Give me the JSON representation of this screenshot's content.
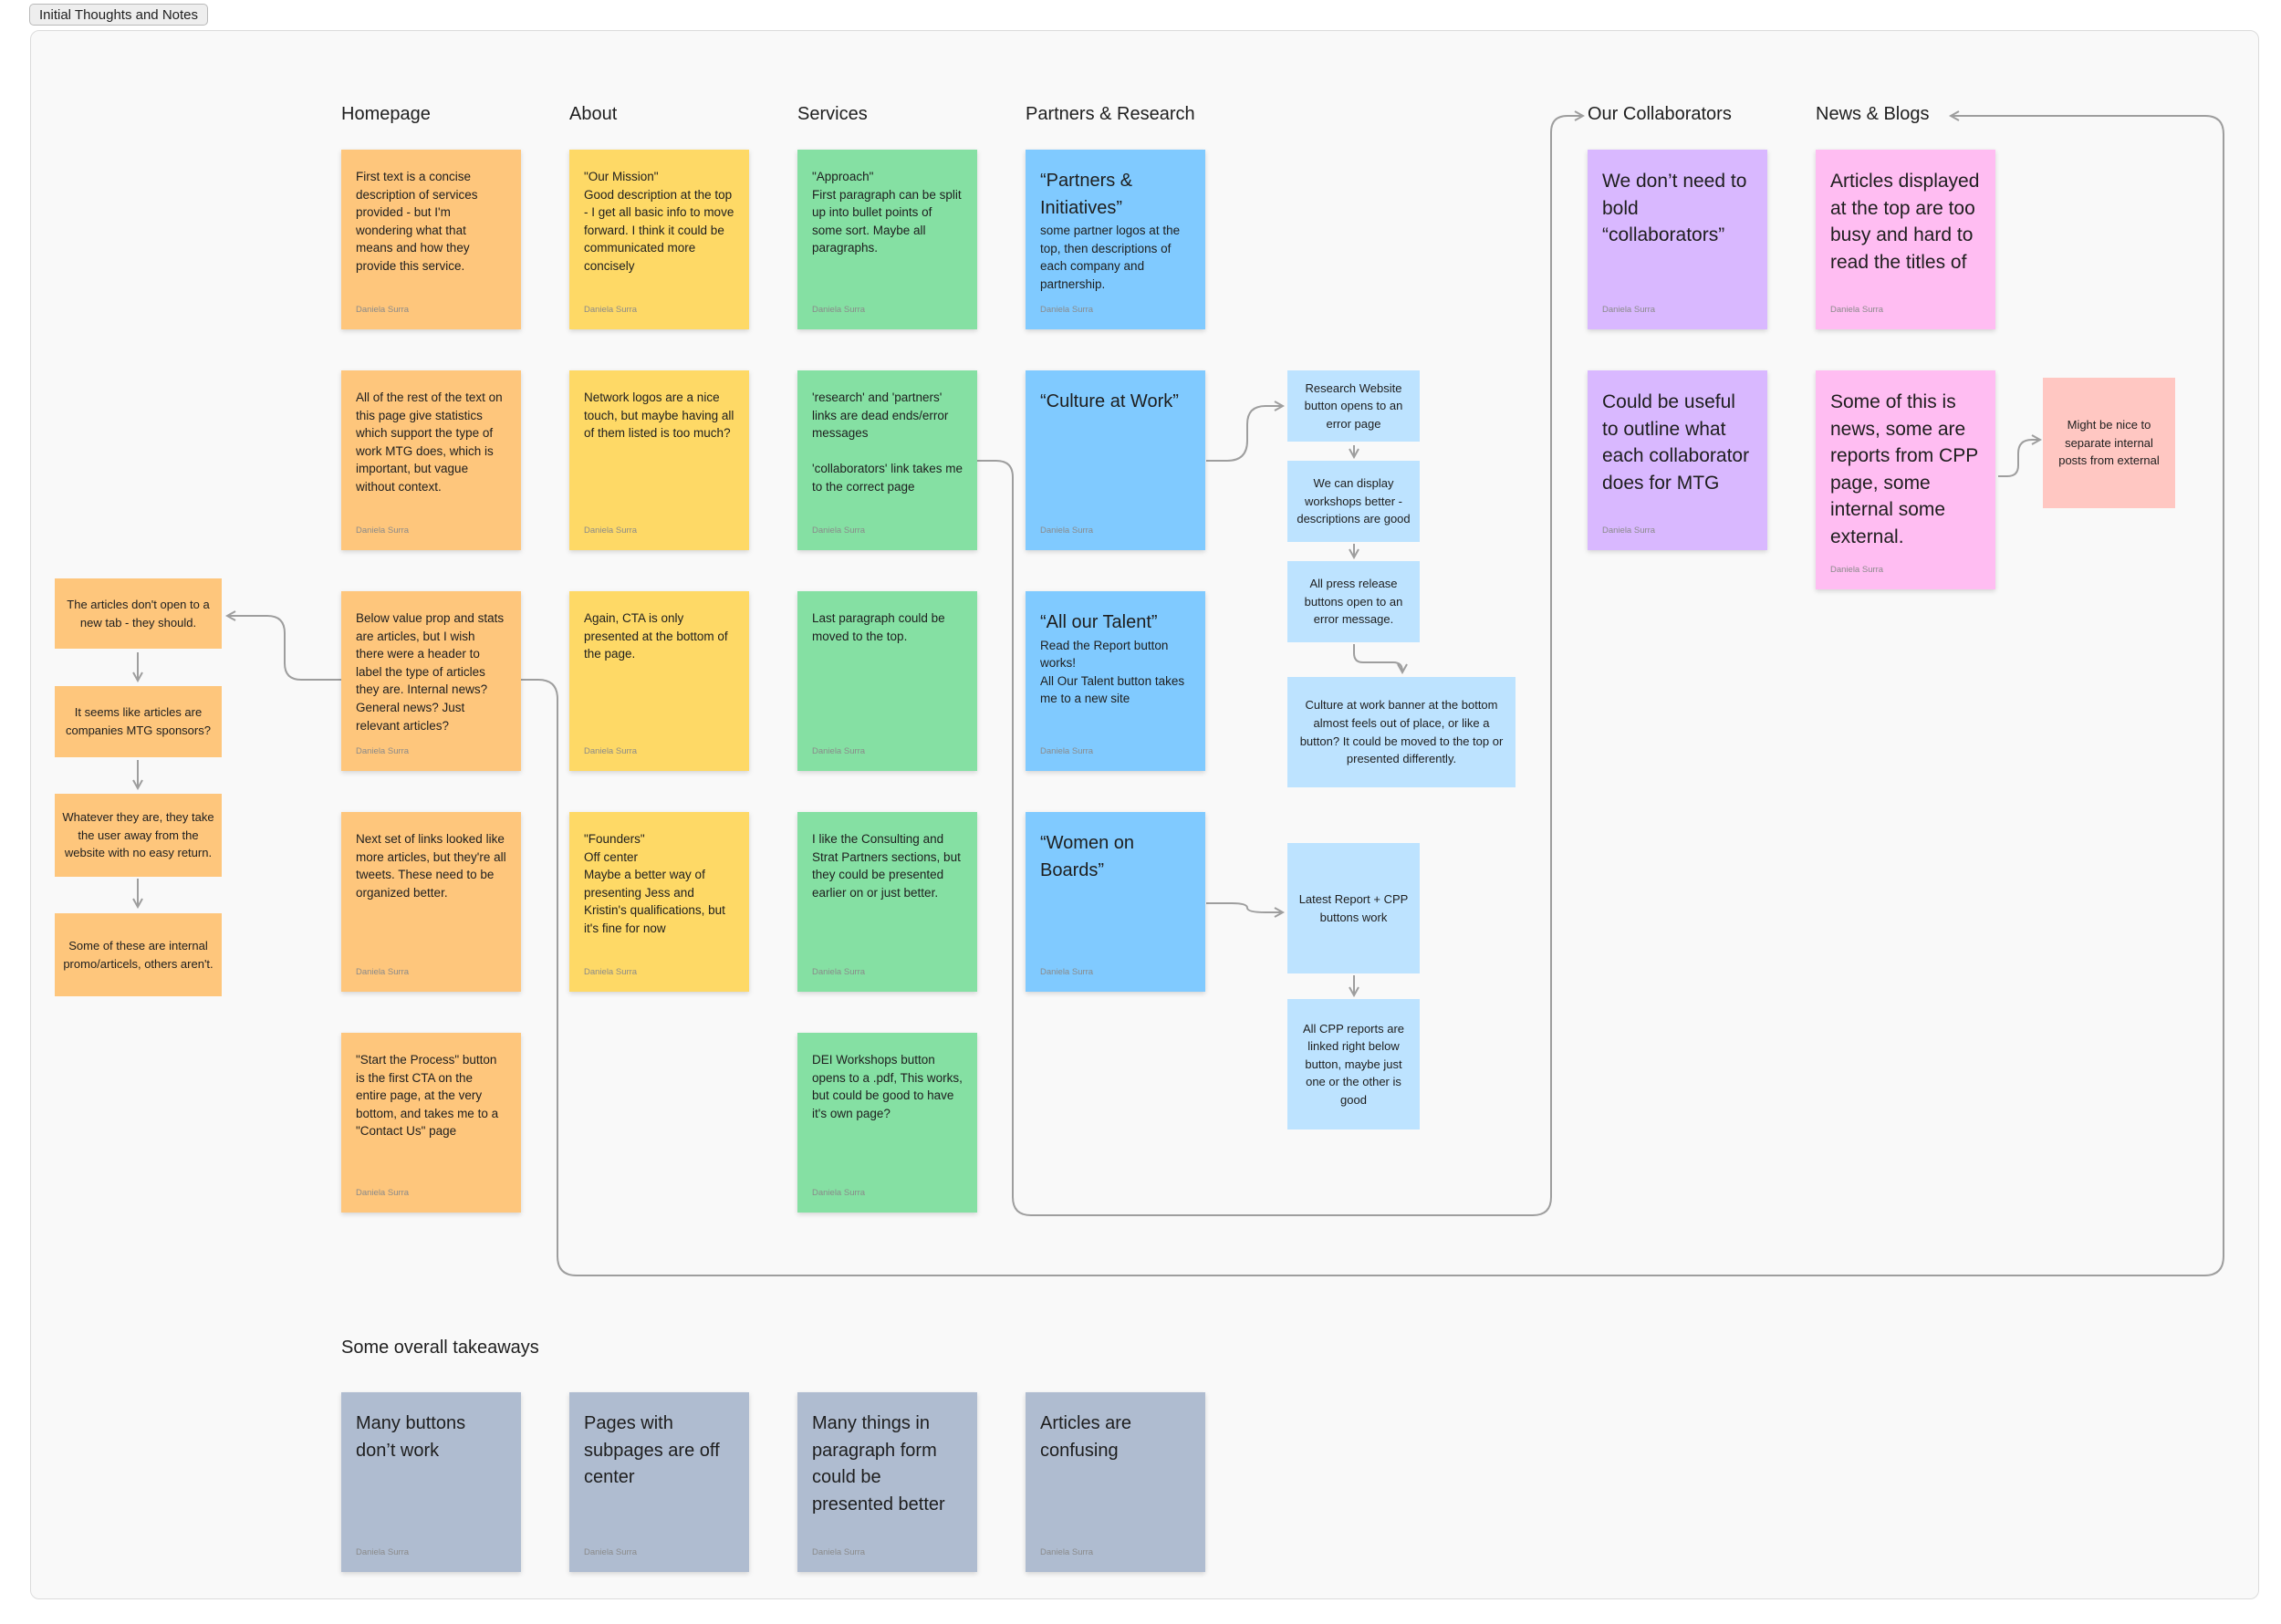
{
  "frame": {
    "title": "Initial Thoughts and Notes"
  },
  "author": "Daniela Surra",
  "colors": {
    "orange": "#fec67c",
    "yellow": "#fed966",
    "green": "#85e0a3",
    "blue": "#80caff",
    "purple": "#d9b8ff",
    "pink": "#ffbdf2",
    "gray": "#afbcd0",
    "light_blue": "#bde3ff",
    "salmon": "#ffc7c2",
    "connector": "#9e9e9e"
  },
  "columns": {
    "homepage": "Homepage",
    "about": "About",
    "services": "Services",
    "partners": "Partners & Research",
    "collaborators": "Our Collaborators",
    "news": "News & Blogs",
    "takeaways": "Some overall takeaways"
  },
  "notes": {
    "homepage": [
      "First text is a concise description of services provided - but I'm wondering what that means and how they provide this service.",
      "All of the rest of the text on this page give statistics which support the type of work MTG does, which is important, but vague without context.",
      "Below value prop and stats are articles, but I wish there were a header to label the type of articles they are.  Internal news? General news? Just relevant articles?",
      "Next set of links looked like more articles, but they're all tweets.  These need to be organized better.",
      "\"Start the Process\" button is the first CTA on the entire page, at the very bottom, and takes me to a \"Contact Us\" page"
    ],
    "about": [
      "\"Our Mission\"\nGood description at the top - I get all basic info to move forward. I think it could be communicated more concisely",
      "Network logos are a nice touch, but maybe having all of them listed is too much?",
      "Again, CTA is only presented at the bottom of the page.",
      "\"Founders\"\nOff center\nMaybe a better way of presenting Jess and Kristin's qualifications, but it's fine for now"
    ],
    "services": [
      "\"Approach\"\nFirst paragraph can be split up into bullet points of some sort. Maybe all paragraphs.",
      "'research' and 'partners' links are dead ends/error messages\n\n'collaborators' link takes me to the correct page",
      "Last paragraph could be moved to the top.",
      "I like the Consulting and Strat Partners sections, but they could be presented earlier on or just better.",
      "DEI Workshops button opens to a .pdf, This works, but could be good to have it's own page?"
    ],
    "partners": [
      {
        "title": "“Partners & Initiatives”",
        "body": "some partner logos at the top, then descriptions of each company and partnership."
      },
      {
        "title": "“Culture at Work”",
        "body": ""
      },
      {
        "title": "“All our Talent”",
        "body": "Read the Report button works!\nAll Our Talent button takes me to a new site"
      },
      {
        "title": "“Women on Boards”",
        "body": ""
      }
    ],
    "collaborators": [
      "We don’t need to bold “collaborators”",
      "Could be useful to outline what each collaborator does for MTG"
    ],
    "news": [
      "Articles displayed at the top are too busy and hard to read the titles of",
      "Some of this is news, some are reports from CPP page, some internal some external."
    ],
    "takeaways": [
      "Many buttons don’t work",
      "Pages with subpages are off center",
      "Many things in paragraph form could be presented better",
      "Articles are confusing"
    ]
  },
  "flow_boxes": {
    "left_chain": [
      "The articles don't open to a new tab - they should.",
      "It seems like articles are companies MTG sponsors?",
      "Whatever they are, they take the user away from the website with no easy return.",
      "Some of these are internal promo/articels, others aren't."
    ],
    "culture_chain": [
      "Research Website button opens to an error page",
      "We can display workshops better - descriptions are good",
      "All press release buttons open to an error message.",
      "Culture at work banner at the bottom almost feels out of place, or like a button? It could be moved to the top or presented differently."
    ],
    "women_chain": [
      "Latest Report + CPP buttons work",
      "All CPP reports are linked right below button, maybe just one or the other is good"
    ],
    "news_side": "Might be nice to separate internal posts from external"
  }
}
